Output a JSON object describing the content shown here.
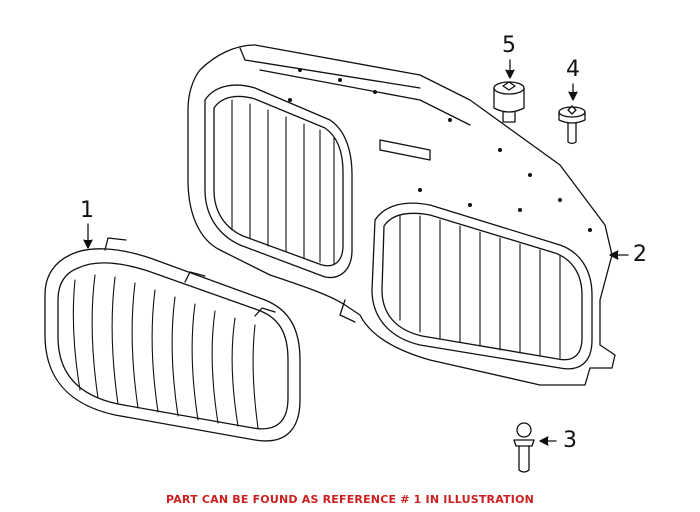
{
  "callouts": [
    {
      "number": "1",
      "part": "grille"
    },
    {
      "number": "2",
      "part": "grille-carrier"
    },
    {
      "number": "3",
      "part": "ball-stud"
    },
    {
      "number": "4",
      "part": "bolt"
    },
    {
      "number": "5",
      "part": "grommet"
    }
  ],
  "footer": {
    "text": "PART CAN BE FOUND AS REFERENCE # 1 IN ILLUSTRATION"
  },
  "colors": {
    "footer": "#cc1f1f",
    "line": "#111111"
  }
}
